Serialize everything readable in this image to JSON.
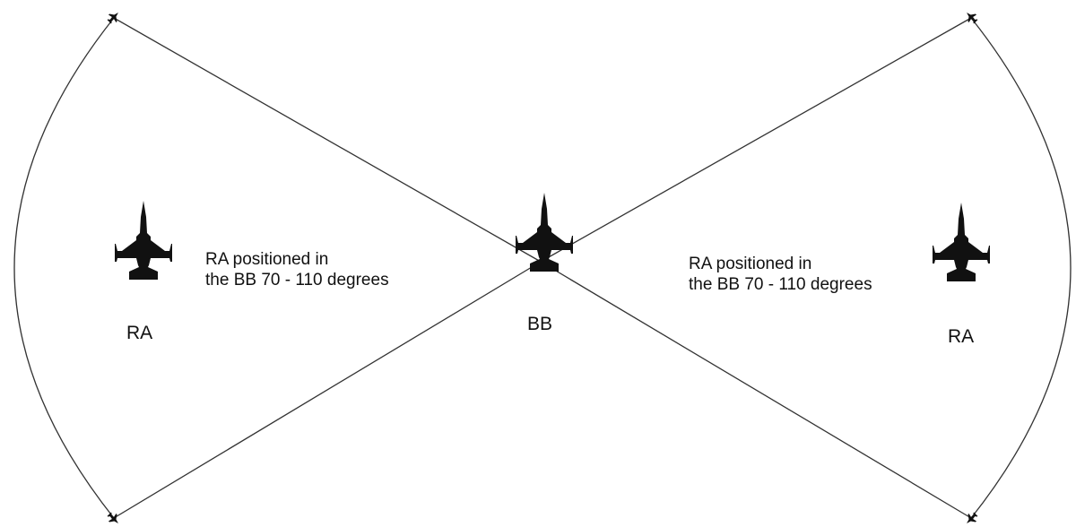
{
  "diagram": {
    "center_aircraft": {
      "label": "BB"
    },
    "left_aircraft": {
      "label": "RA"
    },
    "right_aircraft": {
      "label": "RA"
    },
    "left_note": {
      "line1": "RA positioned in",
      "line2": "the BB 70 - 110 degrees"
    },
    "right_note": {
      "line1": "RA positioned in",
      "line2": "the BB 70 - 110 degrees"
    },
    "colors": {
      "ink": "#111111",
      "line": "#333333",
      "background": "#ffffff"
    },
    "icons": {
      "aircraft": "fighter-jet-icon",
      "endpoint": "small-aircraft-marker-icon"
    }
  }
}
